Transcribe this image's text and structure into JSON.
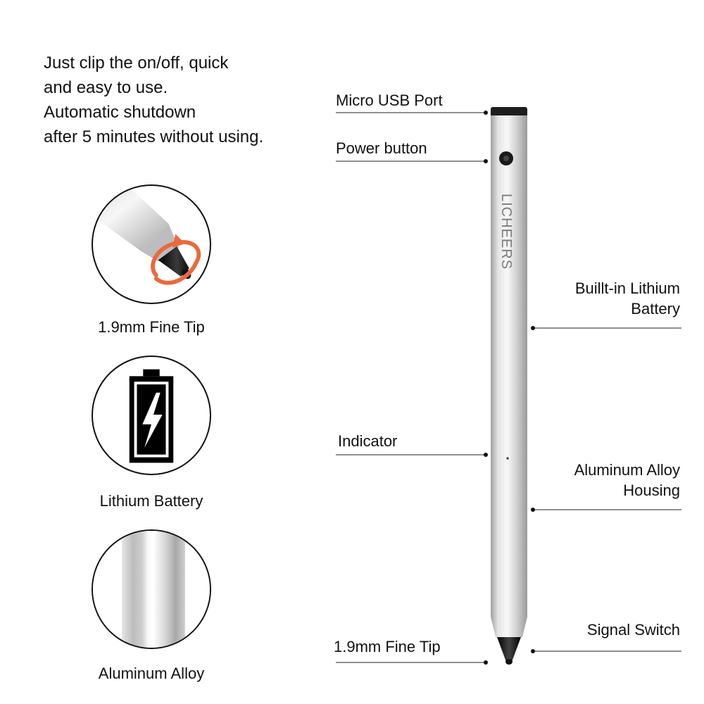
{
  "intro": {
    "lines": [
      "Just clip the on/off, quick",
      "and easy to use.",
      "Automatic shutdown",
      "after 5 minutes without using."
    ]
  },
  "features": [
    {
      "label": "1.9mm Fine Tip",
      "icon": "fine-tip-rotate-icon"
    },
    {
      "label": "Lithium Battery",
      "icon": "battery-charging-icon"
    },
    {
      "label": "Aluminum Alloy",
      "icon": "aluminum-texture-icon"
    }
  ],
  "stylus": {
    "brand": "LICHEERS"
  },
  "callouts": {
    "micro_usb": "Micro USB Port",
    "power_button": "Power button",
    "battery_line1": "Buillt-in Lithium",
    "battery_line2": "Battery",
    "indicator": "Indicator",
    "housing_line1": "Aluminum Alloy",
    "housing_line2": "Housing",
    "signal_switch": "Signal Switch",
    "fine_tip": "1.9mm Fine Tip"
  },
  "colors": {
    "accent_orange": "#ea6a3c",
    "silver_light": "#e9e9e9",
    "silver_dark": "#a9a9a9",
    "tip_black": "#1a1a1a"
  }
}
